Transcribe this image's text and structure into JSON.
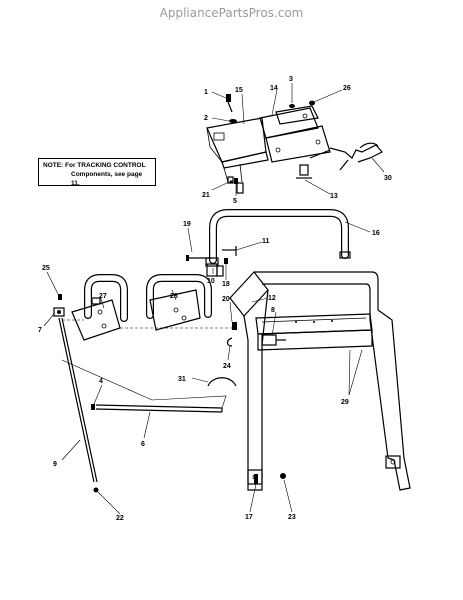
{
  "watermark": "AppliancePartsPros.com",
  "note": {
    "line1": "NOTE: For TRACKING CONTROL",
    "line2": "Components, see page 11."
  },
  "callouts": [
    "1",
    "2",
    "3",
    "4",
    "5",
    "6",
    "7",
    "8",
    "9",
    "10",
    "11",
    "12",
    "13",
    "14",
    "15",
    "16",
    "17",
    "18",
    "19",
    "20",
    "21",
    "22",
    "23",
    "24",
    "25",
    "26",
    "27",
    "28",
    "29",
    "30",
    "31"
  ]
}
